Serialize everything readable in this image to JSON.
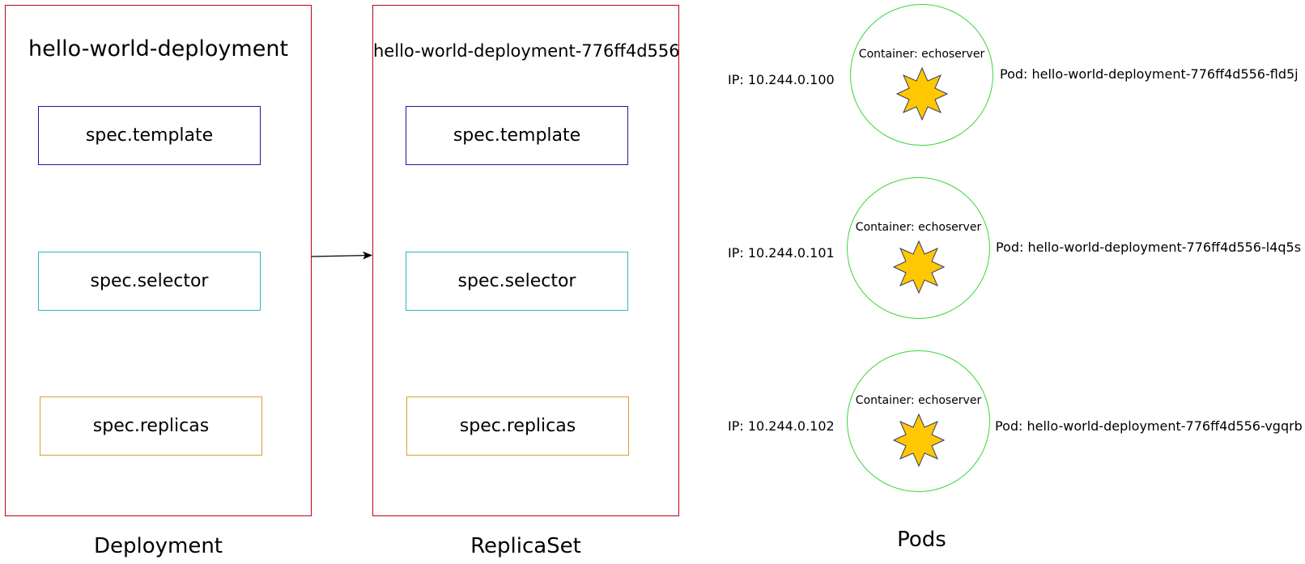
{
  "deployment": {
    "name": "hello-world-deployment",
    "fields": {
      "template": "spec.template",
      "selector": "spec.selector",
      "replicas": "spec.replicas"
    },
    "caption": "Deployment"
  },
  "replicaset": {
    "name": "hello-world-deployment-776ff4d556",
    "fields": {
      "template": "spec.template",
      "selector": "spec.selector",
      "replicas": "spec.replicas"
    },
    "caption": "ReplicaSet"
  },
  "pods": {
    "caption": "Pods",
    "items": [
      {
        "ip": "IP: 10.244.0.100",
        "container": "Container: echoserver",
        "name": "Pod: hello-world-deployment-776ff4d556-fld5j"
      },
      {
        "ip": "IP: 10.244.0.101",
        "container": "Container: echoserver",
        "name": "Pod: hello-world-deployment-776ff4d556-l4q5s"
      },
      {
        "ip": "IP: 10.244.0.102",
        "container": "Container: echoserver",
        "name": "Pod: hello-world-deployment-776ff4d556-vgqrb"
      }
    ]
  },
  "colors": {
    "container_border": "#c0001a",
    "template_border": "#1a1aa0",
    "selector_border": "#2ab8c2",
    "replicas_border": "#d9a030",
    "pod_circle": "#3dd63d",
    "star_fill": "#ffc800",
    "star_stroke": "#3a3a6a"
  }
}
